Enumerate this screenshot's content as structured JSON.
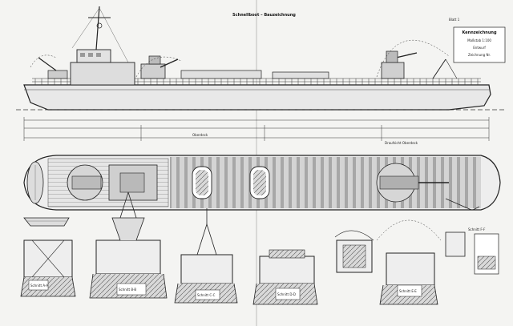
{
  "drawing": {
    "main_title": "Schnellboot – Bauzeichnung",
    "sheet_ref": "Blatt 1",
    "title_block_lines": [
      "Kennzeichnung",
      "Maßstab 1:100",
      "Entwurf",
      "Zeichnung Nr."
    ],
    "section_labels": [
      "Schnitt A-A",
      "Schnitt B-B",
      "Schnitt C-C",
      "Schnitt D-D",
      "Schnitt E-E",
      "Schnitt F-F"
    ],
    "deck_label": "Oberdeck",
    "plan_label": "Draufsicht Oberdeck"
  }
}
